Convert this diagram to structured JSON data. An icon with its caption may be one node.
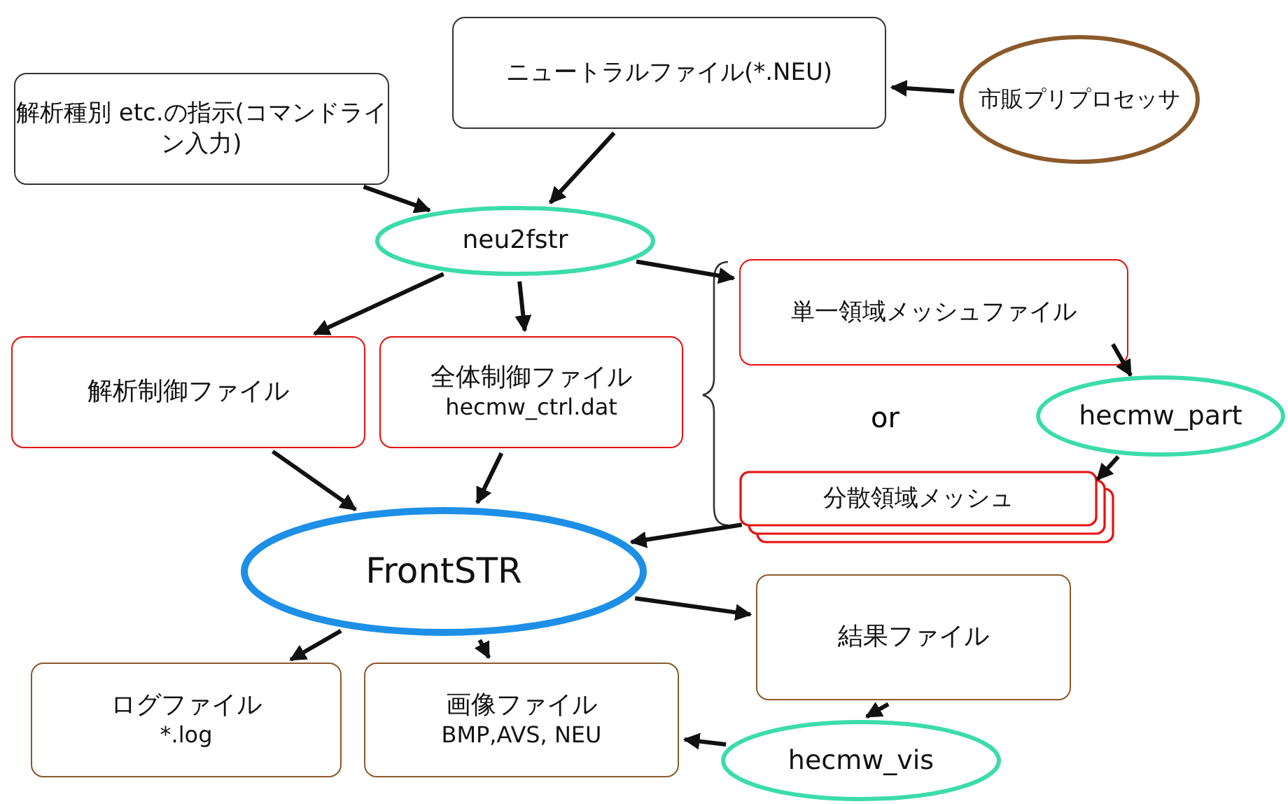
{
  "diagram": {
    "nodes": [
      {
        "text": [
          "解析種別 etc.の指示(コマンドライン入力)"
        ]
      },
      {
        "text": [
          "ニュートラルファイル(*.NEU)"
        ]
      },
      {
        "text": [
          "市販プリプロセッサ"
        ]
      },
      {
        "text": [
          "neu2fstr"
        ]
      },
      {
        "text": [
          "解析制御ファイル"
        ]
      },
      {
        "text": [
          "全体制御ファイル",
          "hecmw_ctrl.dat"
        ]
      },
      {
        "text": [
          "単一領域メッシュファイル"
        ]
      },
      {
        "text": [
          "hecmw_part"
        ]
      },
      {
        "text": [
          "分散領域メッシュ"
        ]
      },
      {
        "text": [
          "FrontSTR"
        ]
      },
      {
        "text": [
          "結果ファイル"
        ]
      },
      {
        "text": [
          "ログファイル",
          "*.log"
        ]
      },
      {
        "text": [
          "画像ファイル",
          "BMP,AVS, NEU"
        ]
      },
      {
        "text": [
          "hecmw_vis"
        ]
      }
    ],
    "edges": [
      {
        "from": 0,
        "to": 3,
        "arrow": "to"
      },
      {
        "from": 1,
        "to": 3,
        "arrow": "to"
      },
      {
        "from": 2,
        "to": 1,
        "arrow": "to"
      },
      {
        "from": 3,
        "to": 4,
        "arrow": "to"
      },
      {
        "from": 3,
        "to": 5,
        "arrow": "to"
      },
      {
        "from": 3,
        "to": 6,
        "arrow": "to"
      },
      {
        "from": 6,
        "to": 7,
        "arrow": "to"
      },
      {
        "from": 7,
        "to": 8,
        "arrow": "to"
      },
      {
        "from": 4,
        "to": 9,
        "arrow": "to"
      },
      {
        "from": 5,
        "to": 9,
        "arrow": "to"
      },
      {
        "from": 8,
        "to": 9,
        "arrow": "to"
      },
      {
        "from": 9,
        "to": 11,
        "arrow": "to"
      },
      {
        "from": 9,
        "to": 12,
        "arrow": "to"
      },
      {
        "from": 9,
        "to": 10,
        "arrow": "to"
      },
      {
        "from": 10,
        "to": 13,
        "arrow": "to"
      },
      {
        "from": 13,
        "to": 12,
        "arrow": "to"
      }
    ],
    "labels": [
      "or"
    ]
  }
}
